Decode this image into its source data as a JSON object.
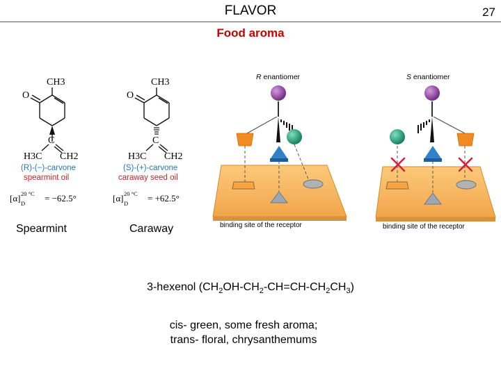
{
  "header": {
    "title": "FLAVOR",
    "page_number": "27",
    "subtitle": "Food aroma"
  },
  "figure": {
    "molecule_left": {
      "ch3_top": "CH3",
      "o_label": "O",
      "c_label": "C",
      "h3c_label": "H3C",
      "ch2_label": "CH2",
      "name": "(R)-(−)-carvone",
      "source": "spearmint oil",
      "rotation_symbol": "[α]",
      "rotation_temp": "20 °C",
      "rotation_d": "D",
      "rotation_value": "= −62.5°"
    },
    "molecule_right": {
      "ch3_top": "CH3",
      "o_label": "O",
      "c_label": "C",
      "h3c_label": "H3C",
      "ch2_label": "CH2",
      "name": "(S)-(+)-carvone",
      "source": "caraway seed oil",
      "rotation_symbol": "[α]",
      "rotation_temp": "20 °C",
      "rotation_d": "D",
      "rotation_value": "= +62.5°"
    },
    "receptor_r": {
      "title_italic": "R",
      "title_rest": " enantiomer",
      "caption": "binding site of the receptor"
    },
    "receptor_s": {
      "title_italic": "S",
      "title_rest": " enantiomer",
      "caption": "binding site of the receptor"
    },
    "colors": {
      "receptor_plate": "#f7b65a",
      "substituent_purple": "#8e3a9e",
      "substituent_green": "#1fa37a",
      "substituent_blue": "#2f82c8",
      "substituent_orange": "#f18a21",
      "mismatch_red": "#d8203c",
      "name_blue": "#2277c0",
      "source_red": "#cc2222"
    }
  },
  "captions": {
    "spearmint": "Spearmint",
    "caraway": "Caraway"
  },
  "formula": {
    "p1": "3-hexenol (CH",
    "s1": "2",
    "p2": "OH-CH",
    "s2": "2",
    "p3": "-CH=CH-CH",
    "s3": "2",
    "p4": "CH",
    "s4": "3",
    "p5": ")"
  },
  "isomers": {
    "line1": "cis- green, some fresh aroma;",
    "line2": "trans- floral, chrysanthemums"
  }
}
